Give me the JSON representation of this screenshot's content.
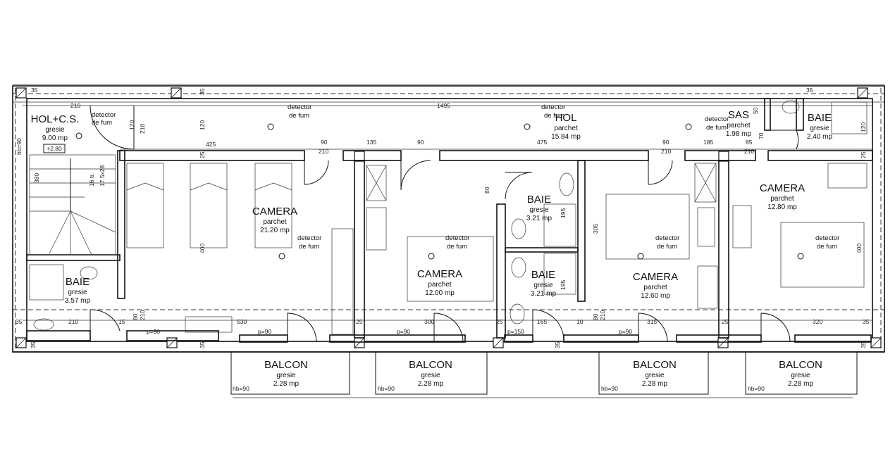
{
  "rooms": [
    {
      "name": "HOL+C.S.",
      "floor": "gresie",
      "area": "9.00 mp"
    },
    {
      "name": "HOL",
      "floor": "parchet",
      "area": "15.84 mp"
    },
    {
      "name": "SAS",
      "floor": "parchet",
      "area": "1.98 mp"
    },
    {
      "name": "BAIE",
      "floor": "gresie",
      "area": "2.40 mp"
    },
    {
      "name": "CAMERA",
      "floor": "parchet",
      "area": "21.20 mp"
    },
    {
      "name": "BAIE",
      "floor": "gresie",
      "area": "3.21 mp"
    },
    {
      "name": "CAMERA",
      "floor": "parchet",
      "area": "12.80 mp"
    },
    {
      "name": "CAMERA",
      "floor": "parchet",
      "area": "12.00 mp"
    },
    {
      "name": "BAIE",
      "floor": "gresie",
      "area": "3.21 mp"
    },
    {
      "name": "CAMERA",
      "floor": "parchet",
      "area": "12.60 mp"
    },
    {
      "name": "BAIE",
      "floor": "gresie",
      "area": "3.57 mp"
    },
    {
      "name": "BALCON",
      "floor": "gresie",
      "area": "2.28 mp"
    },
    {
      "name": "BALCON",
      "floor": "gresie",
      "area": "2.28 mp"
    },
    {
      "name": "BALCON",
      "floor": "gresie",
      "area": "2.28 mp"
    },
    {
      "name": "BALCON",
      "floor": "gresie",
      "area": "2.28 mp"
    }
  ],
  "detector": {
    "line1": "detector",
    "line2": "de fum"
  },
  "stair": {
    "steps": "16 tr.",
    "size": "17.5x28"
  },
  "level": "+2.80",
  "dims": {
    "d35": "35",
    "d210": "210",
    "d1495": "1495",
    "d120": "120",
    "d50": "50",
    "d425": "425",
    "d90": "90",
    "d135": "135",
    "d475": "475",
    "d185": "185",
    "d85": "85",
    "d25": "25",
    "d380": "380",
    "d400": "400",
    "d305": "305",
    "d195": "195",
    "d80": "80",
    "d530": "530",
    "d300": "300",
    "d165": "165",
    "d10": "10",
    "d315": "315",
    "d320": "320",
    "d70": "70",
    "d15": "15",
    "p90": "p=90",
    "p150": "p=150",
    "hb90": "hb=90",
    "hb_side": "hb=90"
  }
}
